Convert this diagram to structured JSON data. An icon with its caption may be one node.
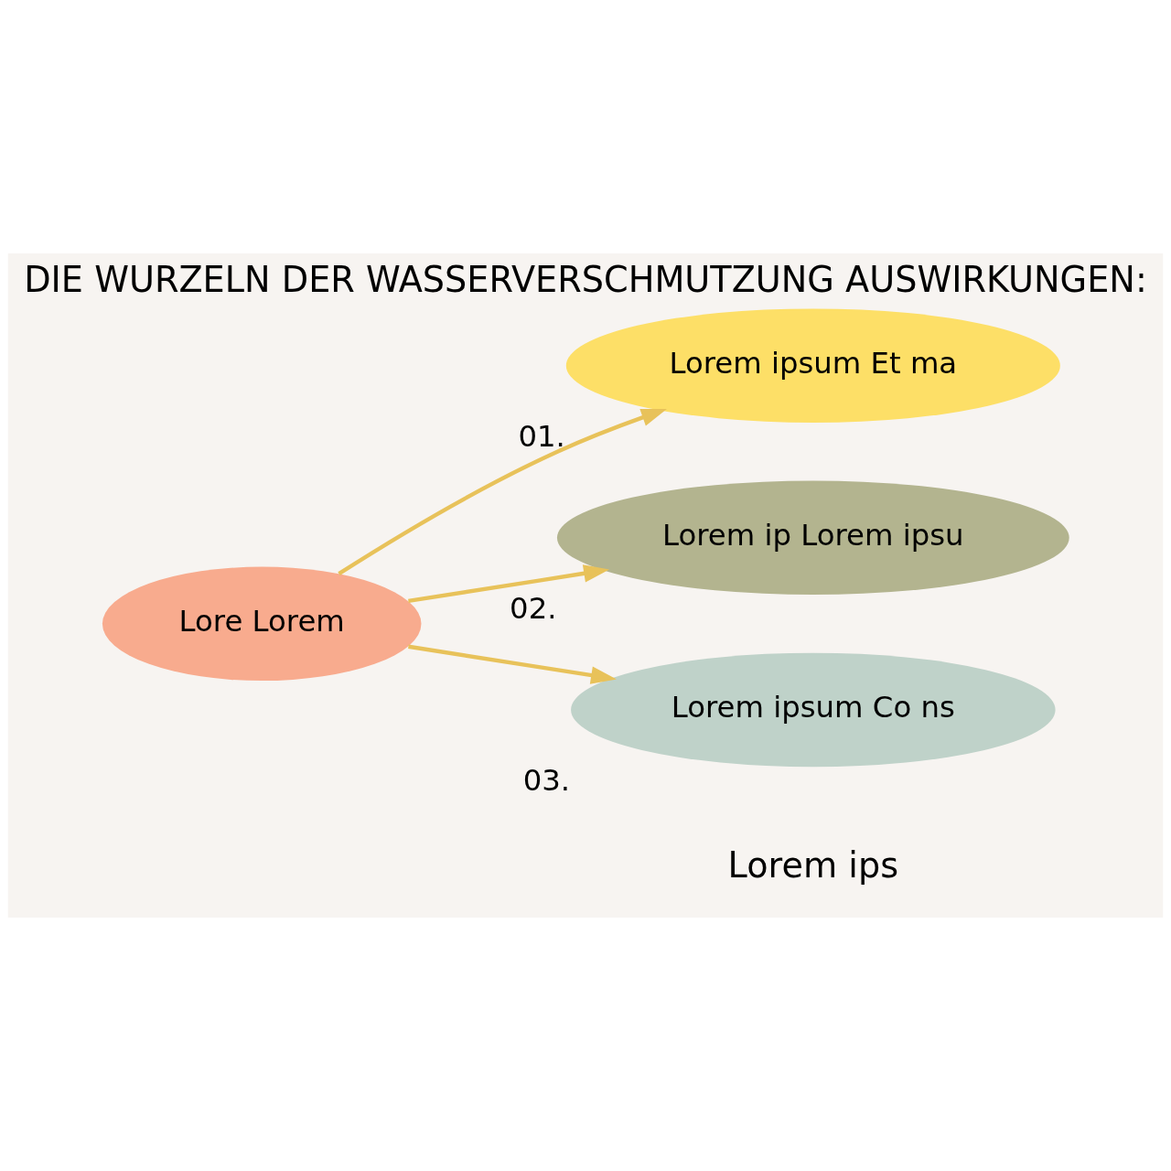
{
  "diagram": {
    "title": "DIE WURZELN DER WASSERVERSCHMUTZUNG AUSWIRKUNGEN:",
    "nodes": [
      {
        "text": [
          "Lore Lorem"
        ]
      },
      {
        "text": [
          "Lorem ipsum Et ma"
        ],
        "beside": [
          "01."
        ]
      },
      {
        "text": [
          "Lorem ip Lorem ipsu"
        ],
        "beside": [
          "02."
        ]
      },
      {
        "text": [
          "Lorem ipsum Co ns"
        ],
        "beside": [
          "03."
        ]
      }
    ],
    "edges": [
      {
        "from": 0,
        "to": 1,
        "arrow": "to"
      },
      {
        "from": 0,
        "to": 2,
        "arrow": "to"
      },
      {
        "from": 0,
        "to": 3,
        "arrow": "to"
      }
    ],
    "labels": [
      "Lorem ips"
    ]
  }
}
